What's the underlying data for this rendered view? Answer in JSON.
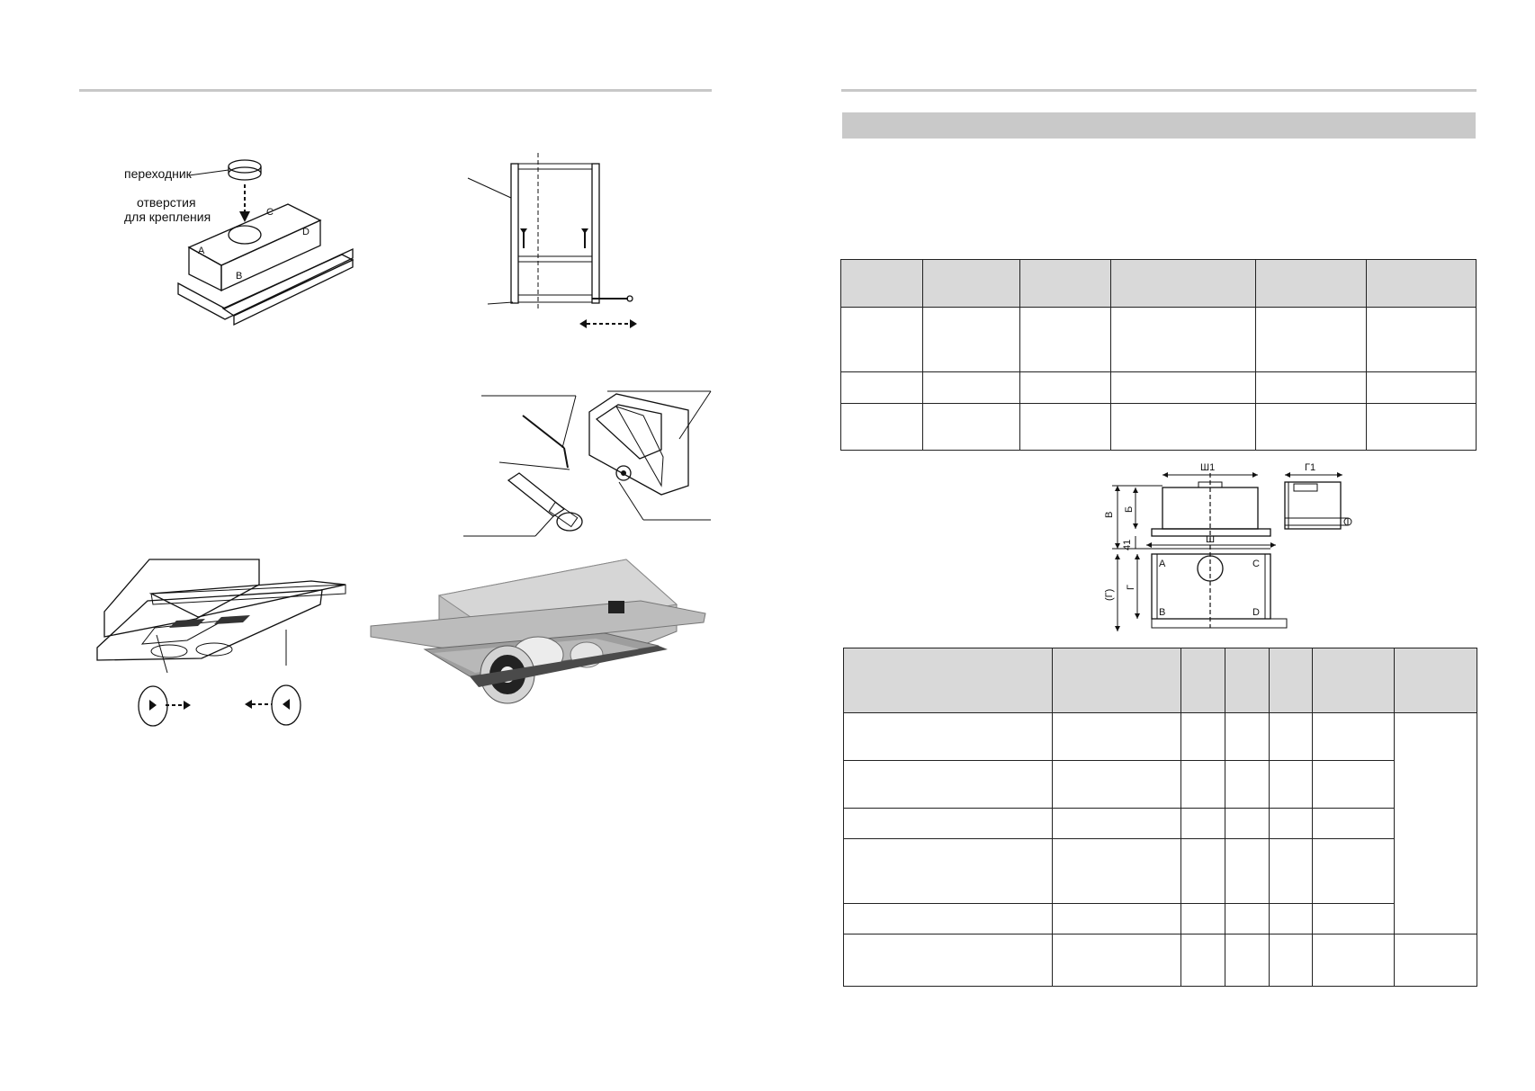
{
  "figure1": {
    "adapter_label": "переходник",
    "holes_label_line1": "отверстия",
    "holes_label_line2": "для крепления",
    "corner_a": "A",
    "corner_b": "B",
    "corner_c": "C",
    "corner_d": "D"
  },
  "dimensions": {
    "w1": "Ш1",
    "d1": "Г1",
    "h": "В",
    "b": "Б",
    "h41": "41",
    "w": "Ш",
    "d": "Г",
    "d_paren": "(Г)",
    "corner_a": "A",
    "corner_b": "B",
    "corner_c": "C",
    "corner_d": "D"
  }
}
